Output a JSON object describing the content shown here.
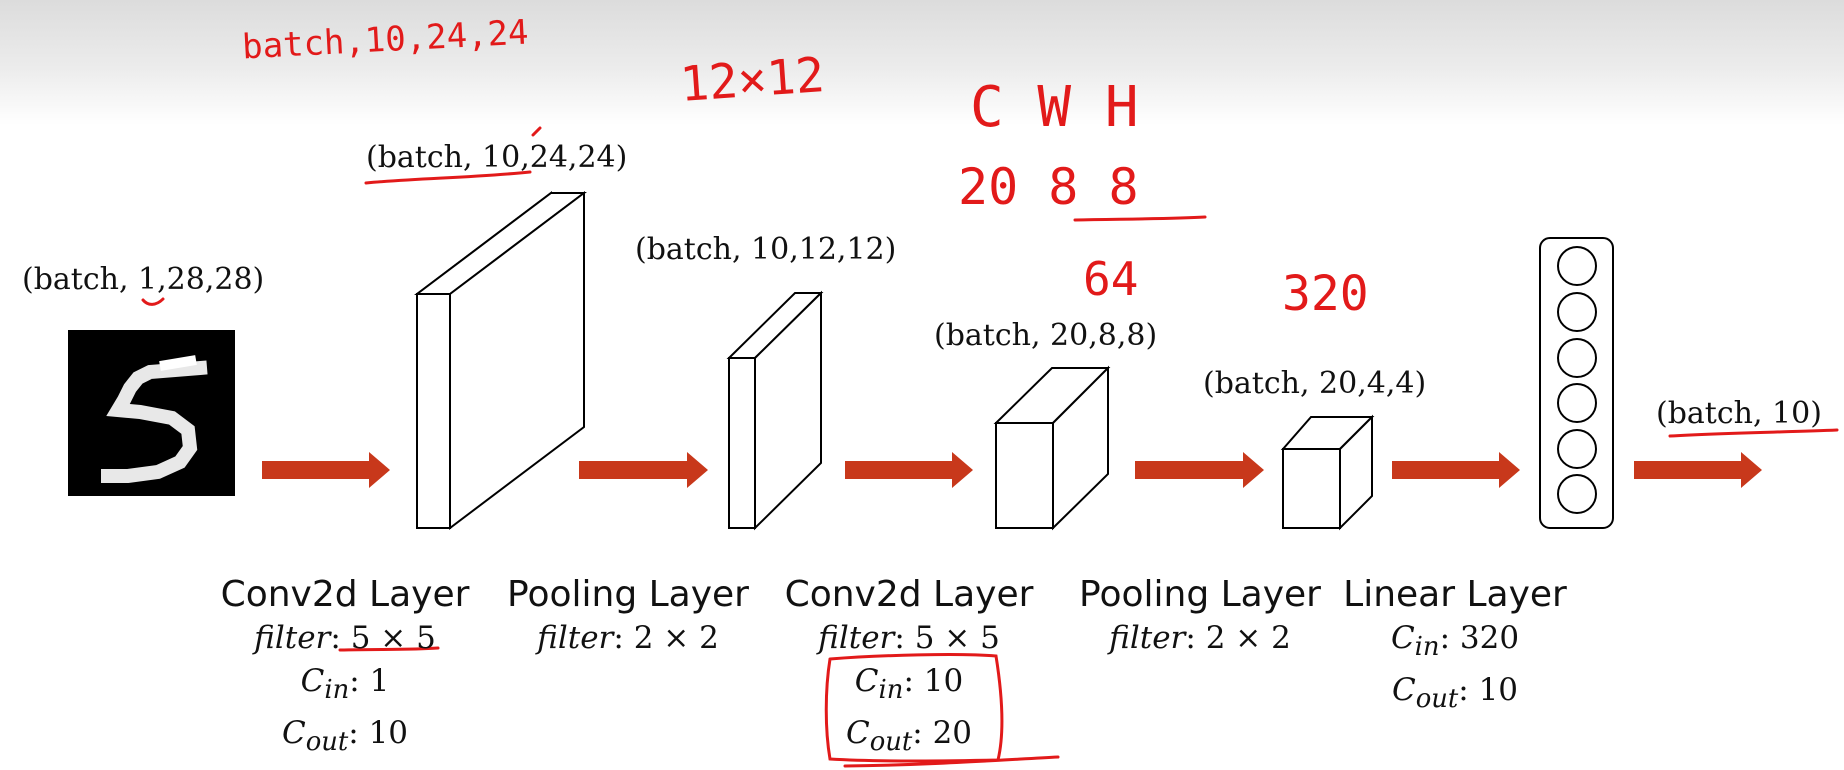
{
  "diagram": {
    "input_shape": "(batch, 1,28,28)",
    "stages": [
      {
        "shape": "(batch, 10,24,24)",
        "title": "Conv2d Layer",
        "filter": "5 × 5",
        "cin": "1",
        "cout": "10"
      },
      {
        "shape": "(batch, 10,12,12)",
        "title": "Pooling Layer",
        "filter": "2 × 2"
      },
      {
        "shape": "(batch, 20,8,8)",
        "title": "Conv2d Layer",
        "filter": "5 × 5",
        "cin": "10",
        "cout": "20"
      },
      {
        "shape": "(batch, 20,4,4)",
        "title": "Pooling Layer",
        "filter": "2 × 2"
      },
      {
        "title": "Linear Layer",
        "cin": "320",
        "cout": "10"
      }
    ],
    "output_shape": "(batch, 10)",
    "labels": {
      "filter": "filter",
      "cin_base": "C",
      "cin_sub": "in",
      "cout_base": "C",
      "cout_sub": "out"
    }
  },
  "annotations": {
    "note_batch": "batch,10,24,24",
    "note_12x12": "12×12",
    "note_cwh": "C  W H",
    "note_dims": "20  8  8",
    "note_64": "64",
    "note_320": "320"
  },
  "colors": {
    "arrow": "#c8381b",
    "ink": "#e21a1a",
    "outline": "#000000"
  }
}
